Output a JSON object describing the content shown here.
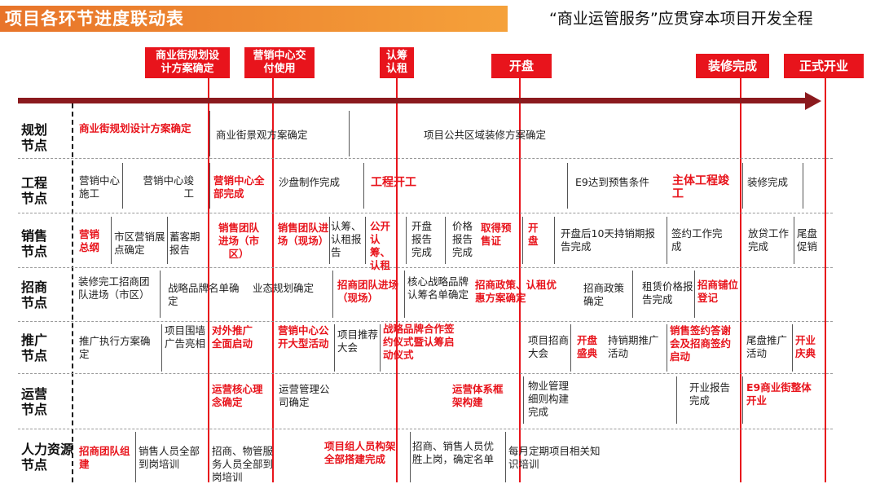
{
  "header": {
    "title": "项目各环节进度联动表",
    "slogan": "“商业运管服务”应贯穿本项目开发全程"
  },
  "milestones": [
    {
      "label": "商业街规划设计方案确定"
    },
    {
      "label": "营销中心交付使用"
    },
    {
      "label": "认筹认租"
    },
    {
      "label": "开盘"
    },
    {
      "label": "装修完成"
    },
    {
      "label": "正式开业"
    }
  ],
  "rows": [
    {
      "label": "规划节点",
      "cells": [
        "商业街规划设计方案确定",
        "商业街景观方案确定",
        "项目公共区域装修方案确定"
      ]
    },
    {
      "label": "工程节点",
      "cells": [
        "营销中心施工",
        "营销中心竣工",
        "营销中心全部完成",
        "沙盘制作完成",
        "工程开工",
        "E9达到预售条件",
        "主体工程竣工",
        "装修完成"
      ]
    },
    {
      "label": "销售节点",
      "cells": [
        "营销总纲",
        "市区营销展点确定",
        "蓄客期报告",
        "销售团队进场（市区）",
        "销售团队进场（现场）",
        "认筹、认租报告",
        "公开认筹、认租",
        "开盘报告完成",
        "价格报告完成",
        "取得预售证",
        "开盘",
        "开盘后10天持销期报告完成",
        "签约工作完成",
        "放贷工作完成",
        "尾盘促销"
      ]
    },
    {
      "label": "招商节点",
      "cells": [
        "装修完工招商团队进场（市区）",
        "战略品牌名单确定",
        "业态规划确定",
        "招商团队进场（现场）",
        "核心战略品牌认筹名单确定",
        "招商政策、认租优惠方案确定",
        "招商政策确定",
        "租赁价格报告完成",
        "招商铺位登记"
      ]
    },
    {
      "label": "推广节点",
      "cells": [
        "推广执行方案确定",
        "项目围墙广告亮相",
        "对外推广全面启动",
        "营销中心公开大型活动",
        "项目推荐大会",
        "战略品牌合作签约仪式暨认筹启动仪式",
        "项目招商大会",
        "开盘盛典",
        "持销期推广活动",
        "销售签约答谢会及招商签约启动",
        "尾盘推广活动",
        "开业庆典"
      ]
    },
    {
      "label": "运营节点",
      "cells": [
        "运营核心理念确定",
        "运营管理公司确定",
        "运营体系框架构建",
        "物业管理细则构建完成",
        "开业报告完成",
        "E9商业街整体开业"
      ]
    },
    {
      "label": "人力资源节点",
      "cells": [
        "招商团队组建",
        "销售人员全部到岗培训",
        "招商、物管服务人员全部到岗培训",
        "项目组人员构架全部搭建完成",
        "招商、销售人员优胜上岗，确定名单",
        "每月定期项目相关知识培训"
      ]
    }
  ]
}
